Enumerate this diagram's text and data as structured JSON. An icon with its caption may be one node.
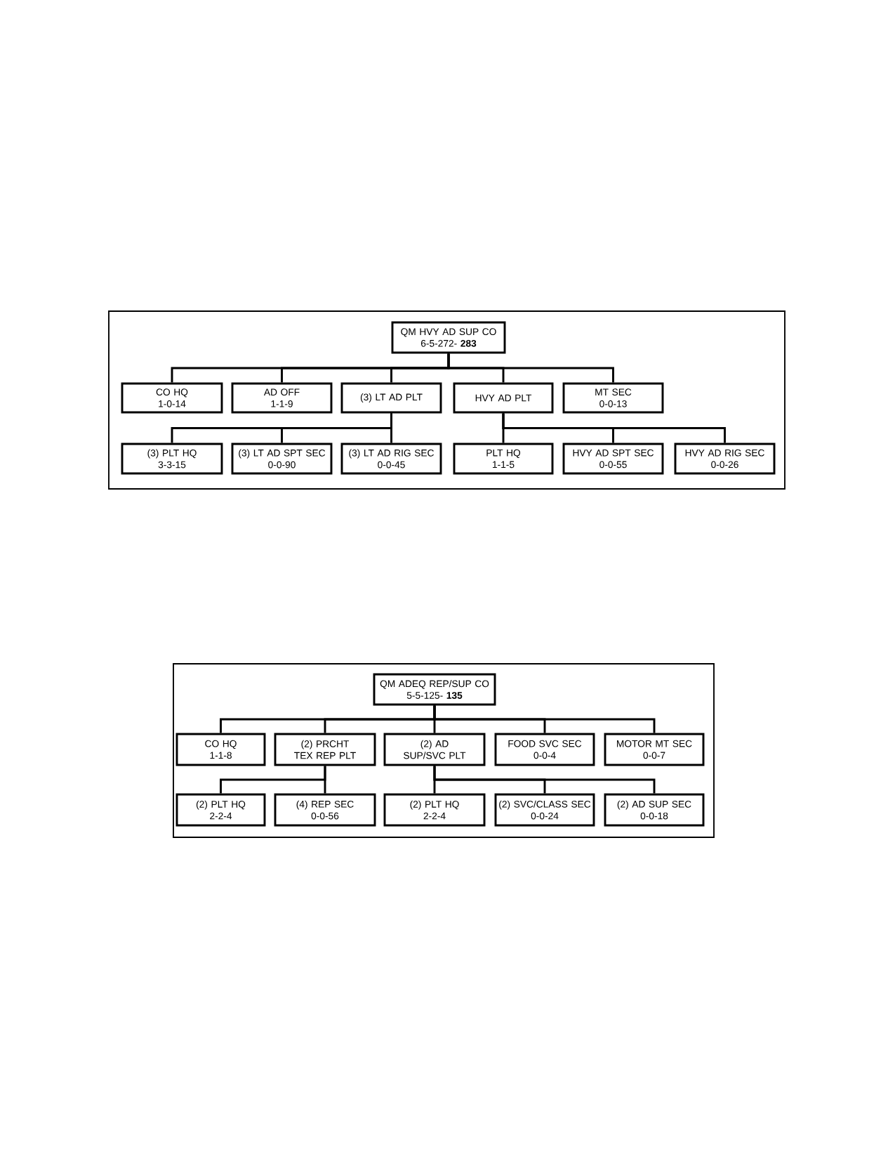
{
  "diagram": {
    "nodes": [
      {
        "text": [
          "QM HVY AD SUP CO",
          "6-5-272- **283**"
        ]
      },
      {
        "text": [
          "CO HQ",
          "1-0-14"
        ]
      },
      {
        "text": [
          "AD OFF",
          "1-1-9"
        ]
      },
      {
        "text": [
          "(3) LT AD PLT"
        ]
      },
      {
        "text": [
          "HVY AD PLT"
        ]
      },
      {
        "text": [
          "MT SEC",
          "0-0-13"
        ]
      },
      {
        "text": [
          "(3) PLT HQ",
          "3-3-15"
        ]
      },
      {
        "text": [
          "(3) LT AD SPT SEC",
          "0-0-90"
        ]
      },
      {
        "text": [
          "(3) LT AD RIG SEC",
          "0-0-45"
        ]
      },
      {
        "text": [
          "PLT HQ",
          "1-1-5"
        ]
      },
      {
        "text": [
          "HVY AD SPT SEC",
          "0-0-55"
        ]
      },
      {
        "text": [
          "HVY AD RIG SEC",
          "0-0-26"
        ]
      },
      {
        "text": [
          "QM ADEQ REP/SUP CO",
          "5-5-125- **135**"
        ]
      },
      {
        "text": [
          "CO HQ",
          "1-1-8"
        ]
      },
      {
        "text": [
          "(2) PRCHT TEX REP PLT"
        ]
      },
      {
        "text": [
          "(2) AD SUP/SVC PLT"
        ]
      },
      {
        "text": [
          "FOOD SVC SEC",
          "0-0-4"
        ]
      },
      {
        "text": [
          "MOTOR MT SEC",
          "0-0-7"
        ]
      },
      {
        "text": [
          "(2) PLT HQ",
          "2-2-4"
        ]
      },
      {
        "text": [
          "(4) REP SEC",
          "0-0-56"
        ]
      },
      {
        "text": [
          "(2) PLT HQ",
          "2-2-4"
        ]
      },
      {
        "text": [
          "(2) SVC/CLASS SEC",
          "0-0-24"
        ]
      },
      {
        "text": [
          "(2) AD SUP SEC",
          "0-0-18"
        ]
      }
    ],
    "edges": [
      {
        "from": 0,
        "to": 1,
        "arrow": "none"
      },
      {
        "from": 0,
        "to": 2,
        "arrow": "none"
      },
      {
        "from": 0,
        "to": 3,
        "arrow": "none"
      },
      {
        "from": 0,
        "to": 4,
        "arrow": "none"
      },
      {
        "from": 0,
        "to": 5,
        "arrow": "none"
      },
      {
        "from": 3,
        "to": 6,
        "arrow": "none"
      },
      {
        "from": 3,
        "to": 7,
        "arrow": "none"
      },
      {
        "from": 3,
        "to": 8,
        "arrow": "none"
      },
      {
        "from": 4,
        "to": 9,
        "arrow": "none"
      },
      {
        "from": 4,
        "to": 10,
        "arrow": "none"
      },
      {
        "from": 4,
        "to": 11,
        "arrow": "none"
      },
      {
        "from": 12,
        "to": 13,
        "arrow": "none"
      },
      {
        "from": 12,
        "to": 14,
        "arrow": "none"
      },
      {
        "from": 12,
        "to": 15,
        "arrow": "none"
      },
      {
        "from": 12,
        "to": 16,
        "arrow": "none"
      },
      {
        "from": 12,
        "to": 17,
        "arrow": "none"
      },
      {
        "from": 14,
        "to": 18,
        "arrow": "none"
      },
      {
        "from": 14,
        "to": 19,
        "arrow": "none"
      },
      {
        "from": 15,
        "to": 20,
        "arrow": "none"
      },
      {
        "from": 15,
        "to": 21,
        "arrow": "none"
      },
      {
        "from": 15,
        "to": 22,
        "arrow": "none"
      }
    ]
  }
}
